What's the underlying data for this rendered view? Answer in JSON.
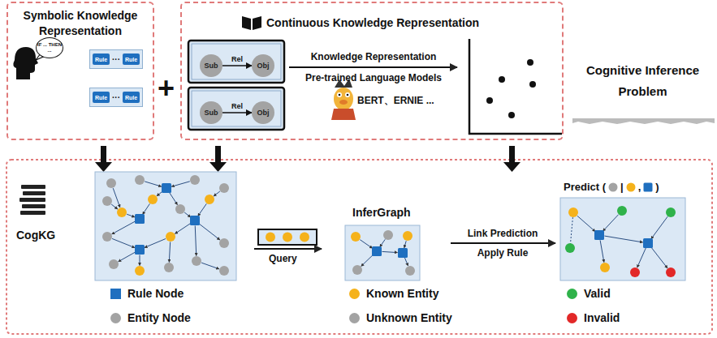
{
  "diagram": {
    "nodes": [
      {
        "text": [
          "Symbolic Knowledge Representation"
        ]
      },
      {
        "text": [
          "IF ... THEN ..."
        ],
        "in": 0
      },
      {
        "text": [
          "···"
        ],
        "in": 0
      },
      {
        "text": [
          "Rule"
        ],
        "in": 2
      },
      {
        "text": [
          "Rule"
        ],
        "in": 2
      },
      {
        "text": [
          "···"
        ],
        "in": 0
      },
      {
        "text": [
          "Rule"
        ],
        "in": 5
      },
      {
        "text": [
          "Rule"
        ],
        "in": 5
      },
      {
        "text": [
          "Continuous Knowledge Representation"
        ]
      },
      {
        "text": [
          "Sub"
        ],
        "in": 8
      },
      {
        "text": [
          "Obj"
        ],
        "in": 8
      },
      {
        "text": [
          "Sub"
        ],
        "in": 8
      },
      {
        "text": [
          "Obj"
        ],
        "in": 8
      },
      {
        "text": [
          "Cognitive Inference Problem"
        ]
      }
    ],
    "edges": [
      {
        "from": 9,
        "to": 10,
        "label": "Rel",
        "arrow": "to"
      },
      {
        "from": 11,
        "to": 12,
        "label": "Rel",
        "arrow": "to"
      }
    ],
    "labels": [
      "+",
      "Knowledge Representation",
      "Pre-trained Language Models",
      "BERT、ERNIE ...",
      "CogKG",
      "Query",
      "InferGraph",
      "Link Prediction",
      "Apply Rule",
      "Predict (",
      "|",
      ",",
      ")"
    ],
    "legend": [
      {
        "text": "Rule Node",
        "color": "#1f6fbf"
      },
      {
        "text": "Entity Node",
        "color": "#a3a3a3"
      },
      {
        "text": "Known Entity",
        "color": "#f5b21b"
      },
      {
        "text": "Unknown Entity",
        "color": "#a3a3a3"
      },
      {
        "text": "Valid",
        "color": "#2fb24a"
      },
      {
        "text": "Invalid",
        "color": "#e22828"
      }
    ]
  }
}
